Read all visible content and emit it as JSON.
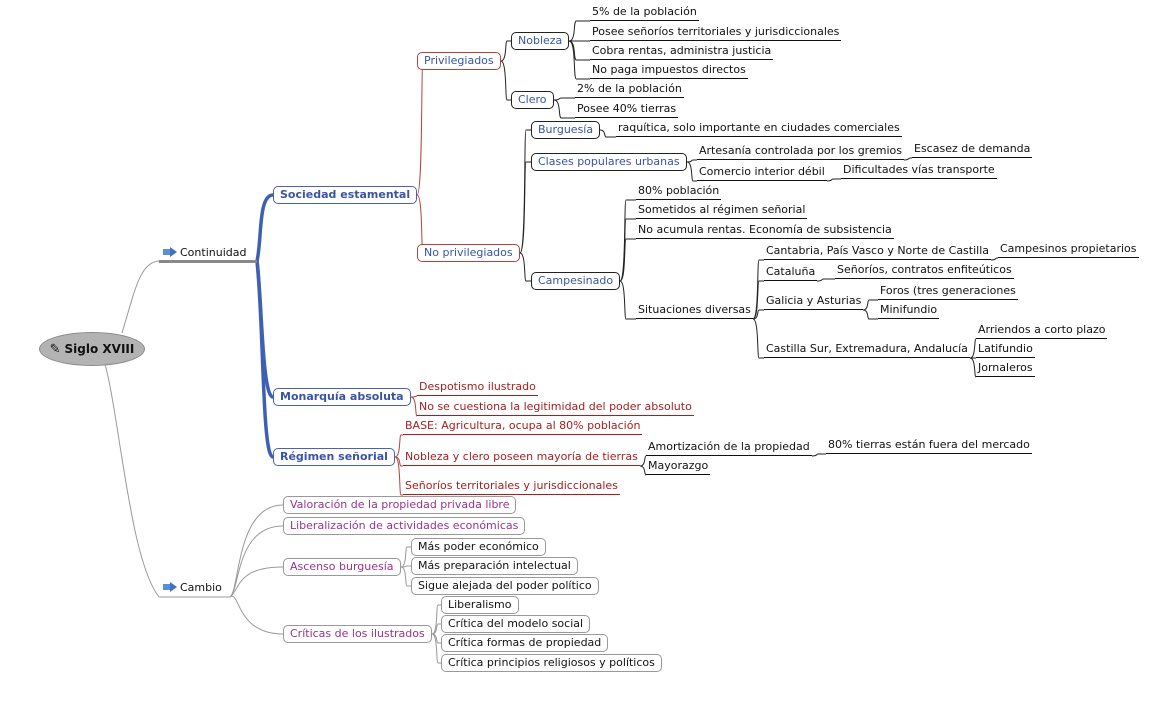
{
  "root": {
    "label": "Siglo XVIII",
    "icon": "scroll-icon"
  },
  "branches": {
    "continuidad": {
      "label": "Continuidad",
      "icon": "arrow-right-icon"
    },
    "cambio": {
      "label": "Cambio",
      "icon": "arrow-right-icon"
    }
  },
  "continuidad": {
    "sociedad": {
      "label": "Sociedad estamental",
      "privilegiados": {
        "label": "Privilegiados",
        "nobleza": {
          "label": "Nobleza",
          "items": [
            "5% de la población",
            "Posee señoríos territoriales y jurisdiccionales",
            "Cobra rentas, administra justicia",
            "No paga impuestos directos"
          ]
        },
        "clero": {
          "label": "Clero",
          "items": [
            "2% de la población",
            "Posee 40% tierras"
          ]
        }
      },
      "no_privilegiados": {
        "label": "No privilegiados",
        "burguesia": {
          "label": "Burguesía",
          "items": [
            "raquítica, solo importante en ciudades comerciales"
          ]
        },
        "clases_populares": {
          "label": "Clases populares urbanas",
          "artesania": {
            "label": "Artesanía controlada por los gremios",
            "child": "Escasez de demanda"
          },
          "comercio": {
            "label": "Comercio interior débil",
            "child": "Dificultades vías transporte"
          }
        },
        "campesinado": {
          "label": "Campesinado",
          "items": [
            "80% población",
            "Sometidos al régimen señorial",
            "No acumula rentas. Economía de subsistencia"
          ],
          "situaciones": {
            "label": "Situaciones diversas",
            "cantabria": {
              "label": "Cantabria, País Vasco y Norte de Castilla",
              "child": "Campesinos propietarios"
            },
            "cataluna": {
              "label": "Cataluña",
              "child": "Señoríos, contratos enfiteúticos"
            },
            "galicia": {
              "label": "Galicia y Asturias",
              "items": [
                "Foros (tres generaciones",
                "Minifundio"
              ]
            },
            "castilla_sur": {
              "label": "Castilla Sur, Extremadura, Andalucía",
              "items": [
                "Arriendos a corto plazo",
                "Latifundio",
                "Jornaleros"
              ]
            }
          }
        }
      }
    },
    "monarquia": {
      "label": "Monarquía absoluta",
      "items": [
        "Despotismo ilustrado",
        "No se cuestiona la legitimidad del poder absoluto"
      ]
    },
    "regimen": {
      "label": "Régimen señorial",
      "base": "BASE: Agricultura, ocupa al 80% población",
      "nobleza_clero": {
        "label": "Nobleza y clero poseen mayoría de tierras",
        "amortizacion": {
          "label": "Amortización de la propiedad",
          "child": "80% tierras están fuera del mercado"
        },
        "mayorazgo": "Mayorazgo"
      },
      "senorios": "Señoríos territoriales y jurisdiccionales"
    }
  },
  "cambio": {
    "valoracion": "Valoración de la propiedad privada libre",
    "liberalizacion": "Liberalización de actividades económicas",
    "ascenso": {
      "label": "Ascenso burguesía",
      "items": [
        "Más poder económico",
        "Más preparación intelectual",
        "Sigue alejada del poder político"
      ]
    },
    "criticas": {
      "label": "Críticas de los ilustrados",
      "items": [
        "Liberalismo",
        "Crítica del modelo social",
        "Crítica formas de propiedad",
        "Crítica principios religiosos y políticos"
      ]
    }
  },
  "colors": {
    "blue_branch": "#3f5fb4",
    "red_branch": "#b4433a",
    "grey_branch": "#999999",
    "black_branch": "#222222",
    "node_blue_text": "#3a53a4",
    "node_purple_text": "#97338f",
    "leaf_red_text": "#a41e1e",
    "root_fill": "#b3b3b3"
  }
}
